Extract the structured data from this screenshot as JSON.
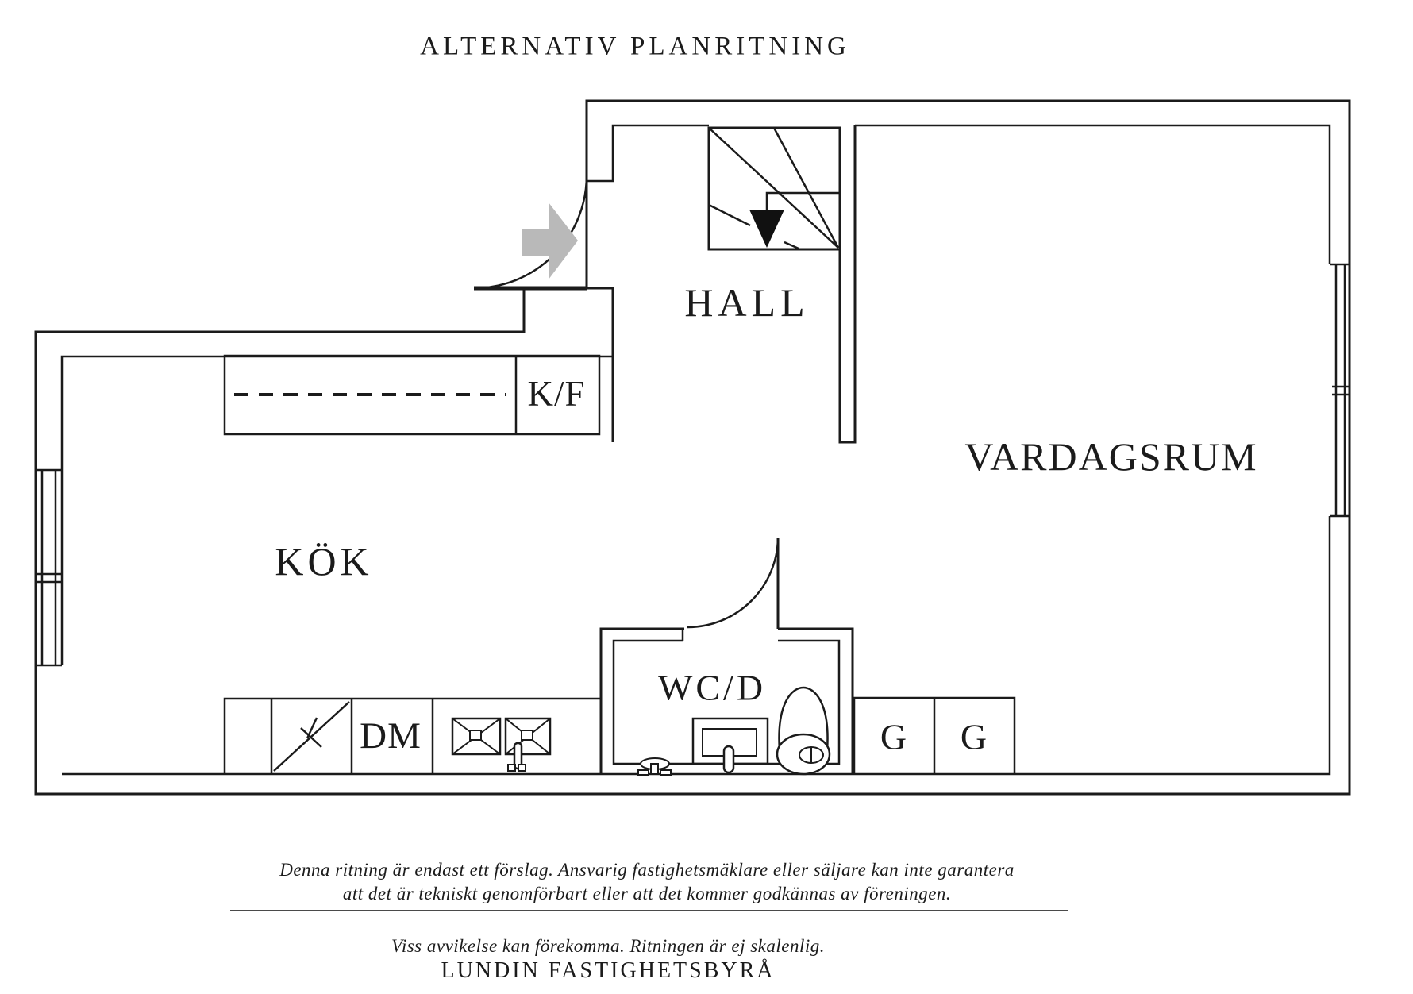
{
  "title": "ALTERNATIV PLANRITNING",
  "rooms": {
    "hall": "HALL",
    "vardagsrum": "VARDAGSRUM",
    "kok": "KÖK",
    "wcd": "WC/D"
  },
  "fixtures": {
    "fridge_freezer": "K/F",
    "dishwasher": "DM",
    "wardrobe_1": "G",
    "wardrobe_2": "G"
  },
  "footer": {
    "disclaimer_line1": "Denna ritning är endast ett förslag. Ansvarig fastighetsmäklare eller säljare kan inte garantera",
    "disclaimer_line2": "att det är tekniskt genomförbart eller att det kommer godkännas av föreningen.",
    "note": "Viss avvikelse kan förekomma. Ritningen är ej skalenlig.",
    "company": "LUNDIN FASTIGHETSBYRÅ"
  },
  "colors": {
    "line": "#1b1b1b",
    "arrow_gray": "#b9b9b9",
    "background": "#ffffff"
  }
}
